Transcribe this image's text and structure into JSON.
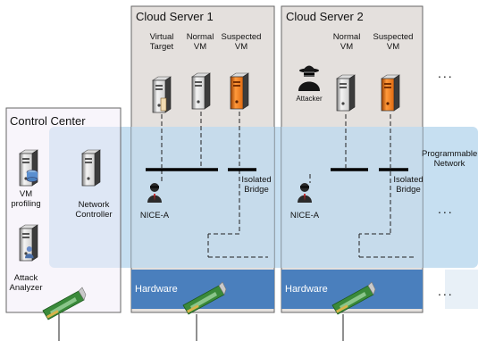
{
  "control_center": {
    "title": "Control Center",
    "vm_profiling": "VM\nprofiling",
    "attack_analyzer": "Attack\nAnalyzer",
    "network_controller": "Network\nController"
  },
  "server1": {
    "title": "Cloud Server 1",
    "vm_labels": [
      "Virtual\nTarget",
      "Normal\nVM",
      "Suspected\nVM"
    ],
    "nice_a": "NICE-A",
    "isolated_bridge": "Isolated\nBridge",
    "hardware": "Hardware"
  },
  "server2": {
    "title": "Cloud Server 2",
    "vm_labels": [
      "Normal\nVM",
      "Suspected\nVM"
    ],
    "attacker": "Attacker",
    "nice_a": "NICE-A",
    "isolated_bridge": "Isolated\nBridge",
    "hardware": "Hardware"
  },
  "programmable_network": "Programmable\nNetwork",
  "ellipsis": "...",
  "colors": {
    "server_bg": "#e4e0dd",
    "control_bg": "#f3edf7",
    "network_band": "#bcd9ef",
    "hardware": "#4a7fbd",
    "suspected_vm": "#ef7a1e"
  },
  "icons": [
    "server-icon",
    "database-icon",
    "person-icon",
    "hacker-icon",
    "network-card-icon"
  ]
}
